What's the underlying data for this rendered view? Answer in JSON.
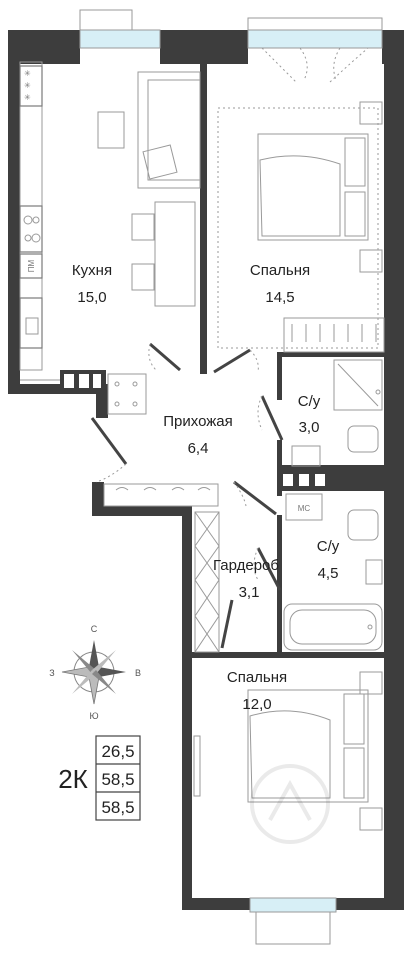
{
  "rooms": [
    {
      "name": "Кухня",
      "area": "15,0"
    },
    {
      "name": "Спальня",
      "area": "14,5"
    },
    {
      "name": "Прихожая",
      "area": "6,4"
    },
    {
      "name": "С/у",
      "area": "3,0"
    },
    {
      "name": "С/у",
      "area": "4,5"
    },
    {
      "name": "Гардероб",
      "area": "3,1"
    },
    {
      "name": "Спальня",
      "area": "12,0"
    }
  ],
  "fixtures": {
    "washer_label": "МС",
    "dishwasher_label": "ПМ"
  },
  "compass": {
    "north": "С",
    "south": "Ю",
    "west": "З",
    "east": "В"
  },
  "summary": {
    "type": "2К",
    "values": [
      "26,5",
      "58,5",
      "58,5"
    ]
  }
}
